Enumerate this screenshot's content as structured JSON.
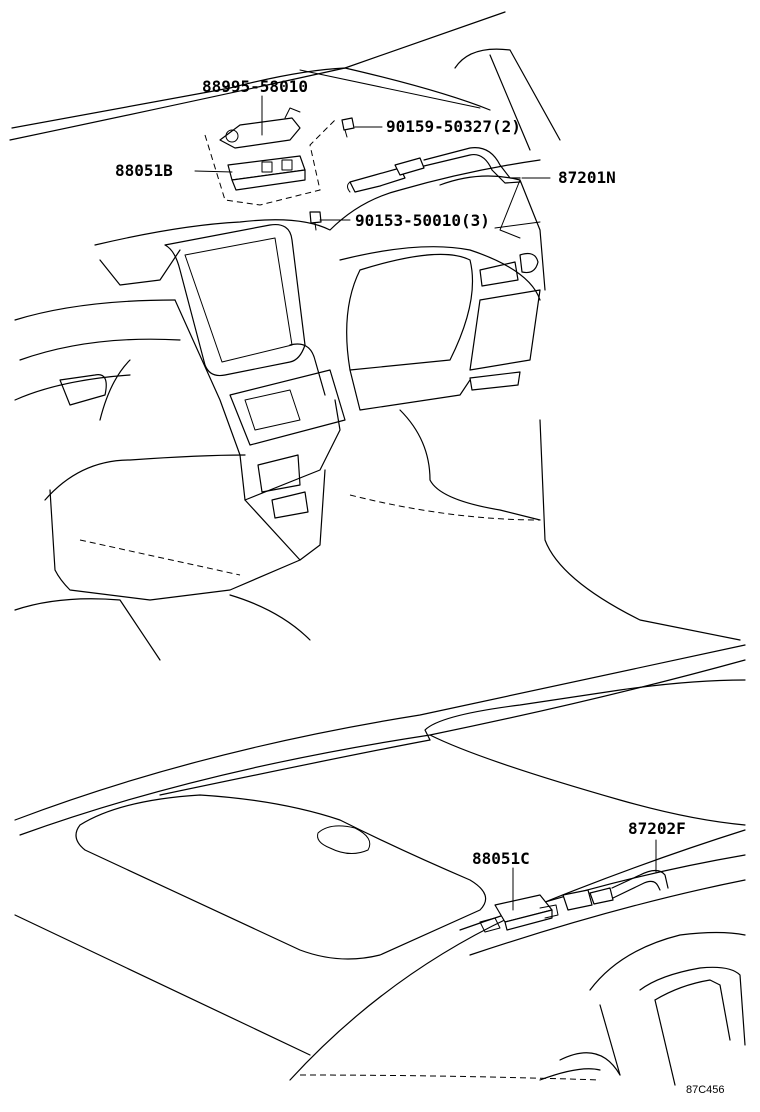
{
  "labels": {
    "part_88995": "88995-58010",
    "part_90159": "90159-50327(2)",
    "part_88051b": "88051B",
    "part_87201n": "87201N",
    "part_90153": "90153-50010(3)",
    "part_87202f": "87202F",
    "part_88051c": "88051C"
  },
  "figure_code": "87C456"
}
